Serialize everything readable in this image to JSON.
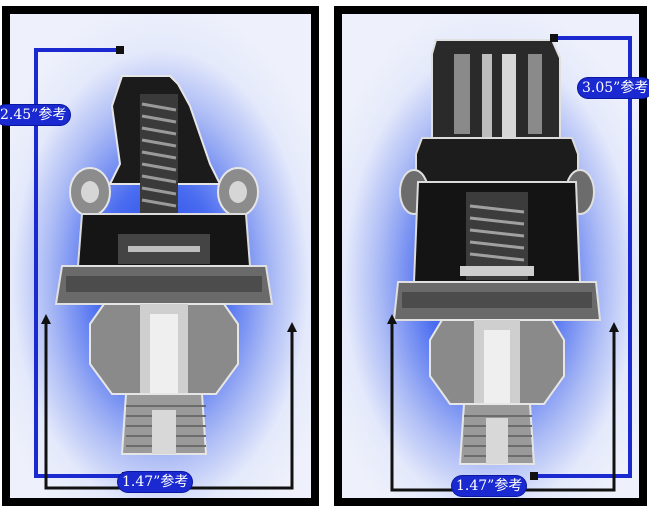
{
  "figures": [
    {
      "id": "valve-left",
      "height_dim": "2.45”参考",
      "width_dim": "1.47”参考"
    },
    {
      "id": "valve-right",
      "height_dim": "3.05”参考",
      "width_dim": "1.47”参考"
    }
  ],
  "colors": {
    "frame": "#000000",
    "dimension_line": "#1a2ad0",
    "label_bg": "#1a2ad0",
    "label_text": "#ffffff",
    "background_glow": "#1a3fe6"
  }
}
